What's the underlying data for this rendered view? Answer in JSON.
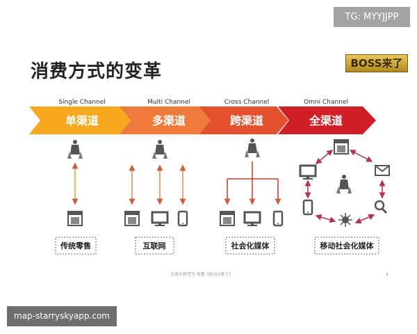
{
  "watermark_top": "TG: MYYJJPP",
  "watermark_bottom": "map-starryskyapp.com",
  "title": "消费方式的变革",
  "logo": "BOSS来了",
  "channels": [
    {
      "en": "Single Channel",
      "zh": "单渠道",
      "color": "#f6a81e",
      "box": "传统零售"
    },
    {
      "en": "Multi  Channel",
      "zh": "多渠道",
      "color": "#ee7b3c",
      "box": "互联网"
    },
    {
      "en": "Cross  Channel",
      "zh": "跨渠道",
      "color": "#e4512f",
      "box": "社会化媒体"
    },
    {
      "en": "Omni  Channel",
      "zh": "全渠道",
      "color": "#d11f27",
      "box": "移动社会化媒体"
    }
  ],
  "footer": {
    "text": "访谈大有可为 就看《BOSS来了》",
    "page": "4"
  },
  "colors": {
    "arrow_line": "#d98a5a",
    "cross_line": "#c0392b",
    "omni_line": "#b0334f",
    "icon": "#555555"
  }
}
